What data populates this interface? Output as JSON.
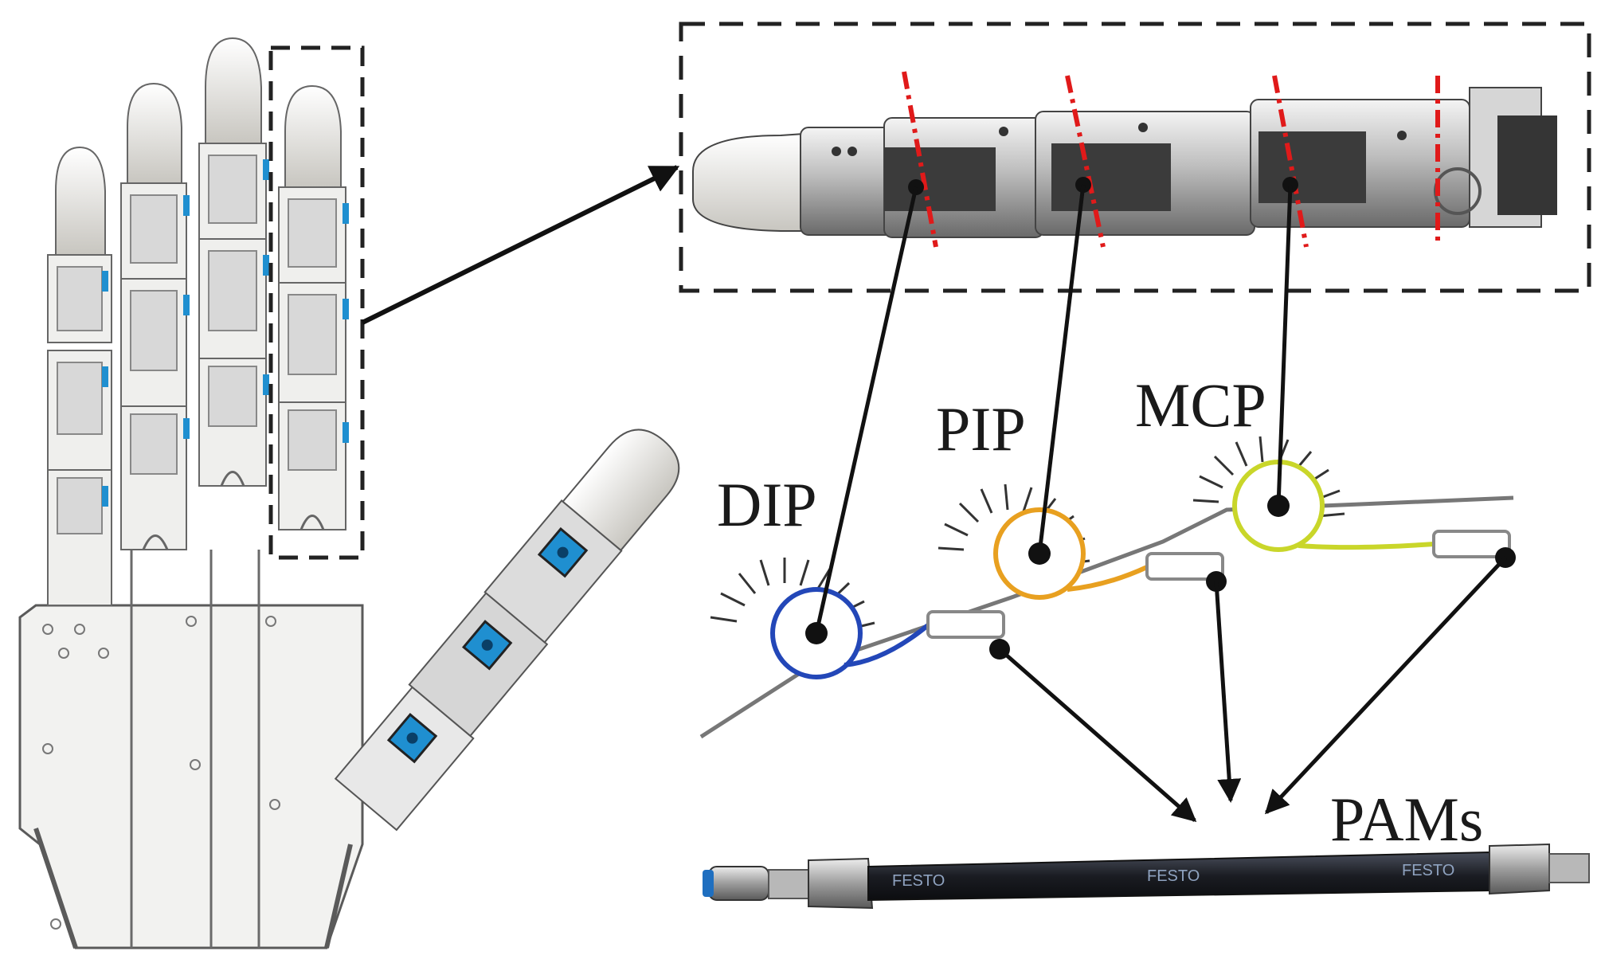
{
  "labels": {
    "dip": "DIP",
    "pip": "PIP",
    "mcp": "MCP",
    "pams": "PAMs"
  },
  "tube_text": {
    "brand": "FESTO"
  },
  "colors": {
    "joint_dip": "#2347b8",
    "joint_pip": "#e8a020",
    "joint_mcp": "#c9d62a",
    "cut_line": "#e01a1a",
    "actuator_blue": "#1f8fd0"
  }
}
